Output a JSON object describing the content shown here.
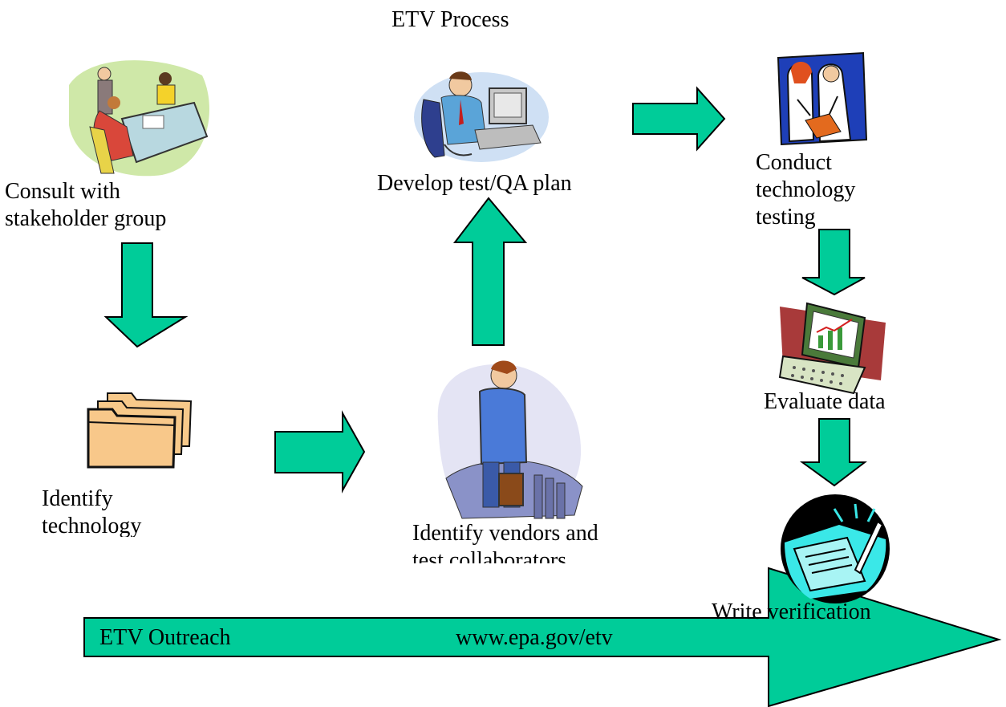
{
  "title": "ETV Process",
  "steps": {
    "consult": "Consult with\nstakeholder group",
    "identify_technology": "Identify\ntechnology",
    "identify_vendors": "Identify vendors and\ntest collaborators",
    "develop_plan": "Develop test/QA plan",
    "conduct_testing": "Conduct\ntechnology\ntesting",
    "evaluate_data": "Evaluate data",
    "write_verification": "Write verification"
  },
  "outreach": {
    "label": "ETV Outreach",
    "url": "www.epa.gov/etv"
  },
  "colors": {
    "arrow_fill": "#00cc99",
    "outline": "#000000"
  },
  "icons": {
    "consult": "meeting-clipart-icon",
    "identify_technology": "folders-clipart-icon",
    "identify_vendors": "businessman-clipart-icon",
    "develop_plan": "computer-user-clipart-icon",
    "conduct_testing": "scientists-clipart-icon",
    "evaluate_data": "laptop-chart-clipart-icon",
    "write_verification": "writing-document-clipart-icon"
  }
}
